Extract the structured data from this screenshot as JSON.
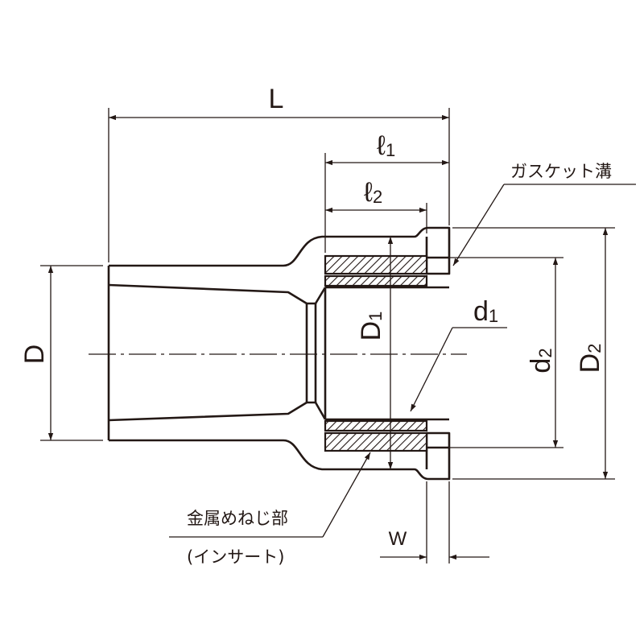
{
  "drawing": {
    "dimensions": {
      "L": "L",
      "l1_base": "ℓ",
      "l1_sub": "1",
      "l2_base": "ℓ",
      "l2_sub": "2",
      "D": "D",
      "D1_base": "D",
      "D1_sub": "1",
      "d1_base": "d",
      "d1_sub": "1",
      "d2_base": "d",
      "d2_sub": "2",
      "D2_base": "D",
      "D2_sub": "2",
      "W": "W"
    },
    "callouts": {
      "gasket_groove": "ガスケット溝",
      "metal_thread_line1": "金属めねじ部",
      "metal_thread_line2": "(インサート)"
    }
  },
  "colors": {
    "ink": "#231815",
    "background": "#ffffff"
  }
}
